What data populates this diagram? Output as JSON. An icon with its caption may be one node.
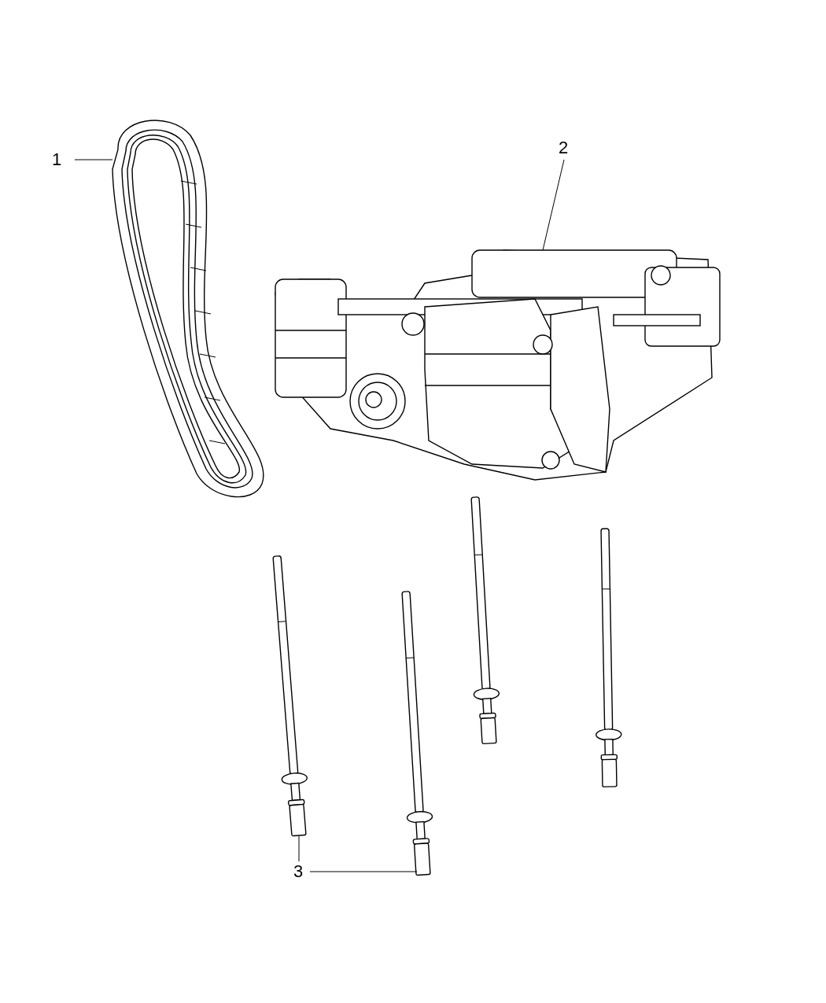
{
  "diagram": {
    "nodes": [
      {
        "text": [
          "1"
        ]
      },
      {
        "text": [],
        "shape": "picture"
      },
      {
        "text": [
          "2"
        ]
      },
      {
        "text": [],
        "shape": "picture"
      },
      {
        "text": [
          "3"
        ]
      },
      {
        "text": [],
        "shape": "picture"
      },
      {
        "text": [],
        "shape": "picture"
      },
      {
        "text": [],
        "shape": "picture"
      },
      {
        "text": [],
        "shape": "picture"
      }
    ],
    "edges": [
      {
        "from": 0,
        "to": 1,
        "arrow": "none"
      },
      {
        "from": 2,
        "to": 3,
        "arrow": "none"
      },
      {
        "from": 4,
        "to": 5,
        "arrow": "none"
      },
      {
        "from": 4,
        "to": 6,
        "arrow": "none"
      }
    ]
  }
}
